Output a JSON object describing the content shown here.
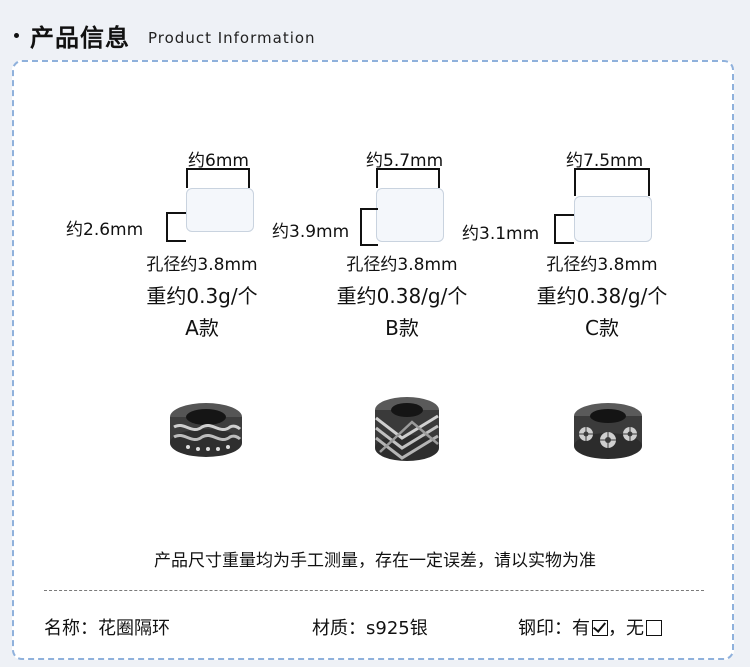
{
  "header": {
    "title": "产品信息",
    "subtitle": "Product Information"
  },
  "products": [
    {
      "width": "约6mm",
      "height": "约2.6mm",
      "hole": "孔径约3.8mm",
      "weight": "重约0.3g/个",
      "model": "A款",
      "photo_icon": "floral-braid-bead"
    },
    {
      "width": "约5.7mm",
      "height": "约3.9mm",
      "hole": "孔径约3.8mm",
      "weight": "重约0.38/g/个",
      "model": "B款",
      "photo_icon": "woven-bead"
    },
    {
      "width": "约7.5mm",
      "height": "约3.1mm",
      "hole": "孔径约3.8mm",
      "weight": "重约0.38/g/个",
      "model": "C款",
      "photo_icon": "daisy-bead"
    }
  ],
  "note": "产品尺寸重量均为手工测量，存在一定误差，请以实物为准",
  "specs": {
    "name_label": "名称：",
    "name_value": "花圈隔环",
    "material_label": "材质：",
    "material_value": "s925银",
    "stamp_label": "钢印：",
    "stamp_yes": "有",
    "stamp_sep": "，",
    "stamp_no": "无",
    "stamp_has": true
  },
  "colors": {
    "background": "#eef1f6",
    "card_border": "#8fb1dc",
    "silver_dark": "#3a3a3a",
    "silver_light": "#c9c9c9"
  }
}
